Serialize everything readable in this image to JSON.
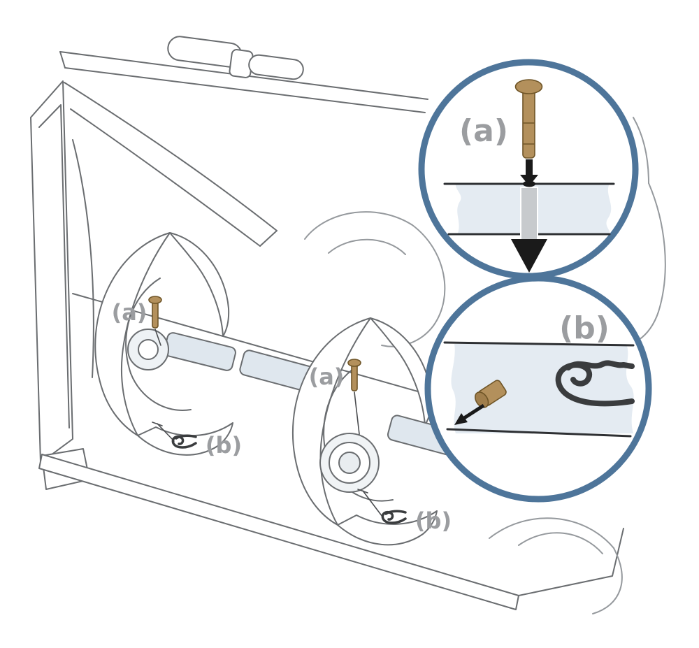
{
  "figure": {
    "part_labels": {
      "a": "(a)",
      "b": "(b)"
    }
  },
  "callouts": {
    "a": {
      "label": "(a)"
    },
    "b": {
      "label": "(b)"
    }
  },
  "colors": {
    "line": "#6a6d70",
    "label_gray": "#9b9da0",
    "callout_border": "#4e759a",
    "pin_brass": "#b3905c",
    "pin_brass_dark": "#6f5527",
    "shaft_fill": "#dfe7ee",
    "band_fill": "#e4ebf2",
    "clip_dark": "#3a3c3e",
    "arrow_gray": "#c7cacd",
    "arrow_black": "#1a1a1a"
  }
}
